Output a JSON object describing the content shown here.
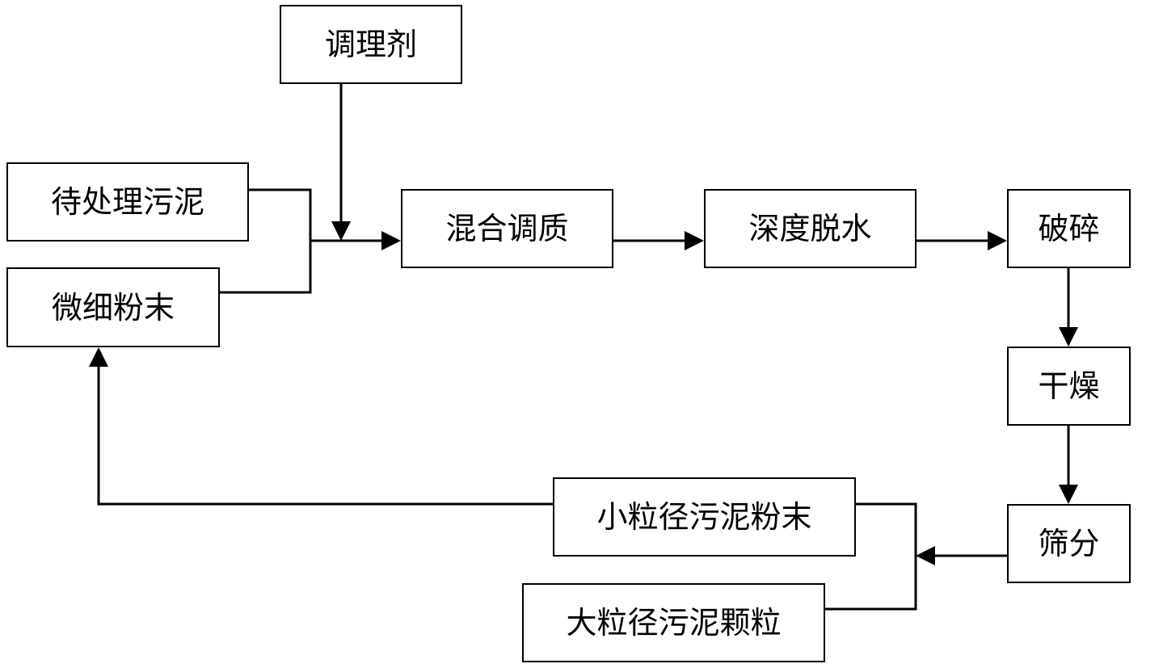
{
  "diagram": {
    "nodes": {
      "conditioner": "调理剂",
      "sludge_to_treat": "待处理污泥",
      "fine_powder": "微细粉末",
      "mix_conditioning": "混合调质",
      "deep_dewatering": "深度脱水",
      "crushing": "破碎",
      "drying": "干燥",
      "screening": "筛分",
      "small_particle_powder": "小粒径污泥粉末",
      "large_particle_granules": "大粒径污泥颗粒"
    },
    "edges": [
      {
        "from": "sludge_to_treat",
        "to": "mix_conditioning"
      },
      {
        "from": "fine_powder",
        "to": "mix_conditioning"
      },
      {
        "from": "conditioner",
        "to": "mix_conditioning"
      },
      {
        "from": "mix_conditioning",
        "to": "deep_dewatering"
      },
      {
        "from": "deep_dewatering",
        "to": "crushing"
      },
      {
        "from": "crushing",
        "to": "drying"
      },
      {
        "from": "drying",
        "to": "screening"
      },
      {
        "from": "screening",
        "to": "small_particle_powder"
      },
      {
        "from": "screening",
        "to": "large_particle_granules"
      },
      {
        "from": "small_particle_powder",
        "to": "fine_powder"
      }
    ],
    "colors": {
      "stroke": "#000000",
      "background": "#ffffff"
    }
  }
}
